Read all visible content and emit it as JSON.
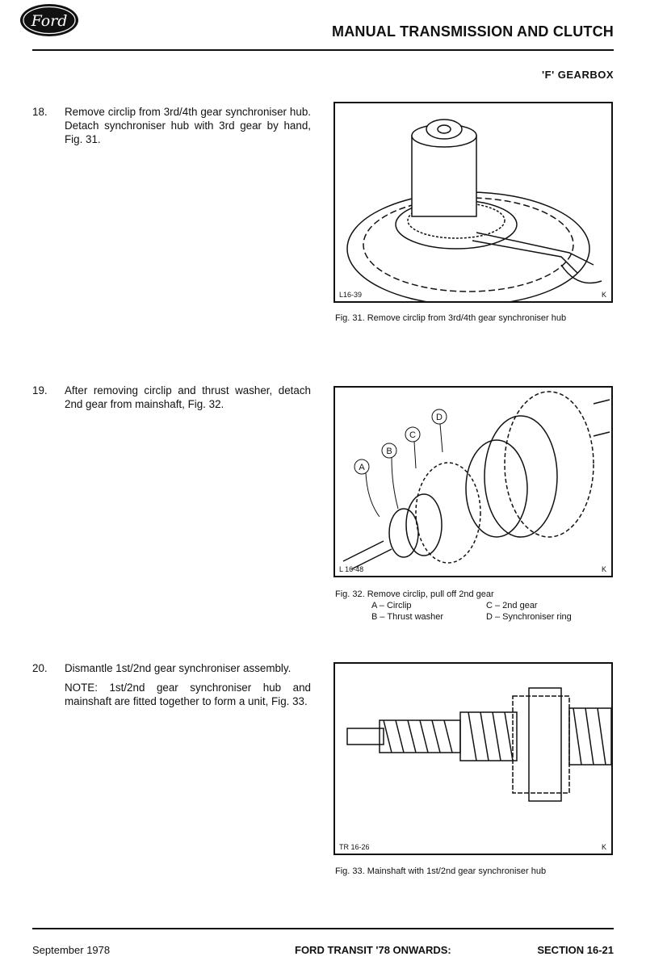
{
  "header": {
    "logo_text": "Ford",
    "title": "MANUAL TRANSMISSION AND CLUTCH",
    "subtitle": "'F' GEARBOX"
  },
  "steps": [
    {
      "number": "18.",
      "text": "Remove circlip from 3rd/4th gear synchroniser hub. Detach synchroniser hub with 3rd gear by hand, Fig. 31."
    },
    {
      "number": "19.",
      "text": "After removing circlip and thrust washer, detach 2nd gear from mainshaft, Fig. 32."
    },
    {
      "number": "20.",
      "text": "Dismantle 1st/2nd gear synchroniser assembly.",
      "note": "NOTE: 1st/2nd gear synchroniser hub and mainshaft are fitted together to form a unit, Fig. 33."
    }
  ],
  "figures": [
    {
      "code": "L16-39",
      "mark": "K",
      "caption": "Fig. 31. Remove circlip from 3rd/4th gear synchroniser hub"
    },
    {
      "code": "L 16-48",
      "mark": "K",
      "caption": "Fig. 32. Remove circlip, pull off 2nd gear",
      "callouts": [
        "A",
        "B",
        "C",
        "D"
      ],
      "legend": [
        {
          "key": "A",
          "text": "A – Circlip"
        },
        {
          "key": "B",
          "text": "B – Thrust washer"
        },
        {
          "key": "C",
          "text": "C – 2nd gear"
        },
        {
          "key": "D",
          "text": "D – Synchroniser ring"
        }
      ]
    },
    {
      "code": "TR 16-26",
      "mark": "K",
      "caption": "Fig. 33. Mainshaft with 1st/2nd gear synchroniser hub"
    }
  ],
  "footer": {
    "date": "September 1978",
    "publication": "FORD TRANSIT '78 ONWARDS:",
    "section": "SECTION 16-21"
  }
}
